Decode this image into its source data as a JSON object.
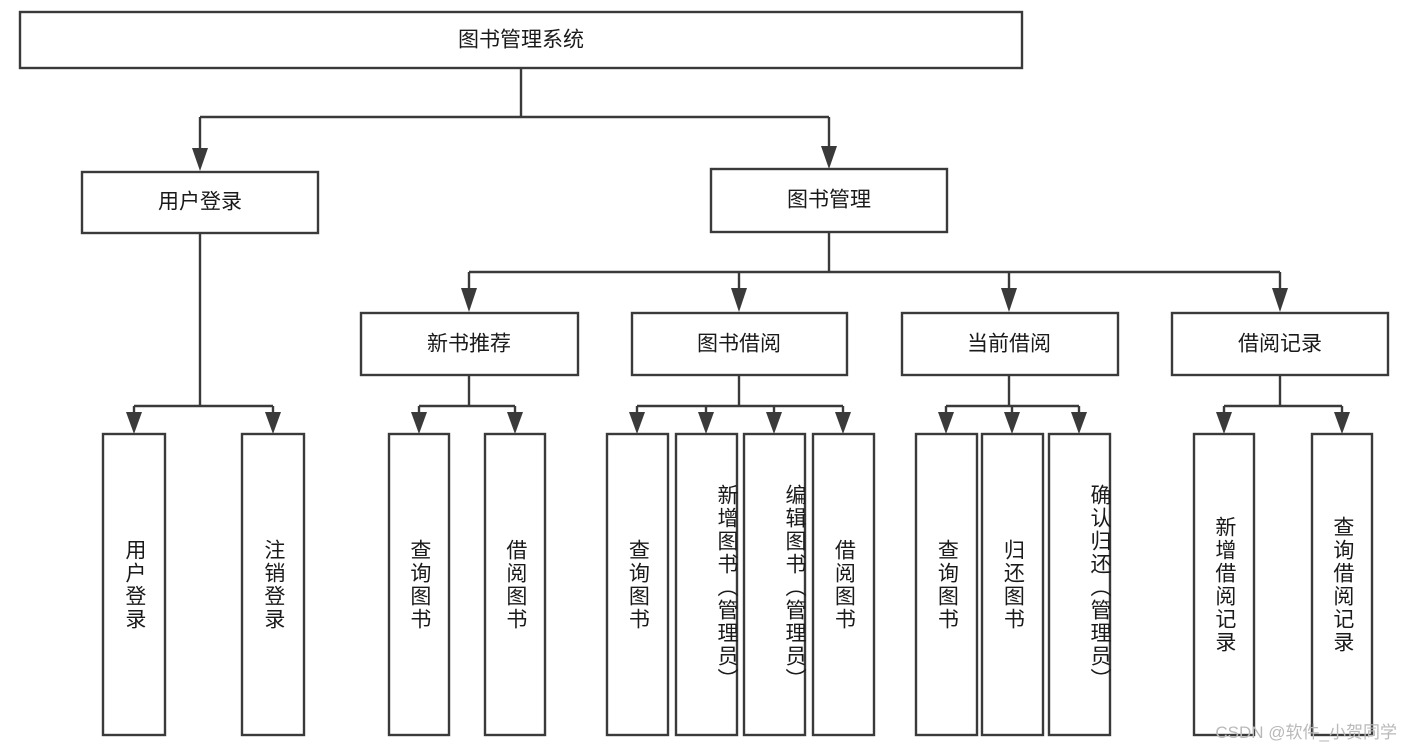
{
  "diagram": {
    "title": "图书管理系统",
    "type": "hierarchy-tree",
    "root": {
      "label": "图书管理系统"
    },
    "level1": [
      {
        "label": "用户登录"
      },
      {
        "label": "图书管理"
      }
    ],
    "level2": [
      {
        "label": "新书推荐",
        "parent": "图书管理"
      },
      {
        "label": "图书借阅",
        "parent": "图书管理"
      },
      {
        "label": "当前借阅",
        "parent": "图书管理"
      },
      {
        "label": "借阅记录",
        "parent": "图书管理"
      }
    ],
    "leaves": {
      "user_login": [
        {
          "label": "用户登录"
        },
        {
          "label": "注销登录"
        }
      ],
      "new_book_recommend": [
        {
          "label": "查询图书"
        },
        {
          "label": "借阅图书"
        }
      ],
      "book_borrow": [
        {
          "label": "查询图书"
        },
        {
          "label": "新增图书（管理员）"
        },
        {
          "label": "编辑图书（管理员）"
        },
        {
          "label": "借阅图书"
        }
      ],
      "current_borrow": [
        {
          "label": "查询图书"
        },
        {
          "label": "归还图书"
        },
        {
          "label": "确认归还（管理员）"
        }
      ],
      "borrow_record": [
        {
          "label": "新增借阅记录"
        },
        {
          "label": "查询借阅记录"
        }
      ]
    }
  },
  "watermark": {
    "text": "CSDN @软件_小贺同学"
  },
  "colors": {
    "stroke": "#3a3a3a",
    "box_fill": "#ffffff",
    "text": "#1a1a1a",
    "watermark": "#b9b9b9",
    "background": "#ffffff"
  }
}
